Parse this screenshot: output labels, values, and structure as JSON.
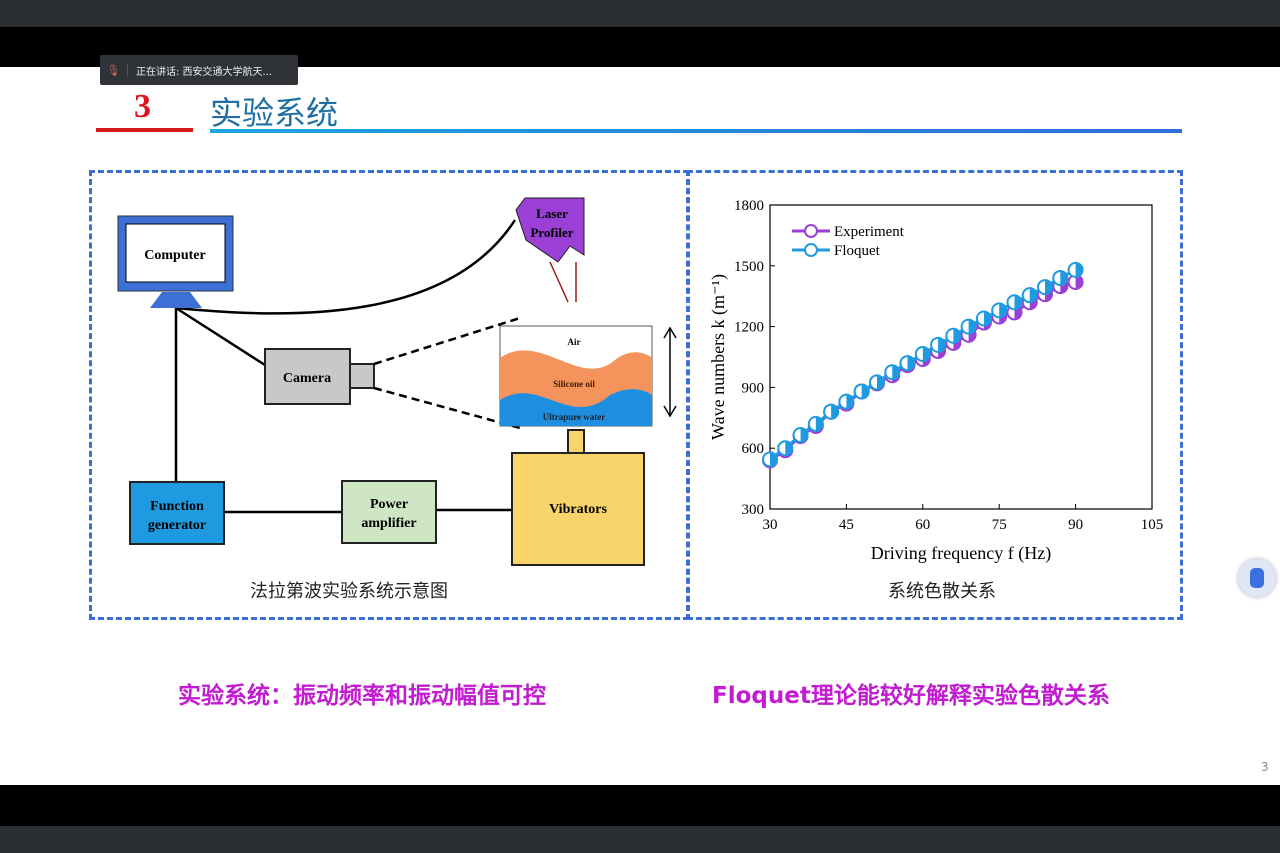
{
  "meeting": {
    "speaker_label": "正在讲话: 西安交通大学航天..."
  },
  "slide": {
    "section_number": "3",
    "title": "实验系统",
    "page_number": "3",
    "left_caption": "法拉第波实验系统示意图",
    "right_caption": "系统色散关系",
    "bottom_left": "实验系统：振动频率和振动幅值可控",
    "bottom_right": "Floquet理论能较好解释实验色散关系",
    "diagram": {
      "computer": "Computer",
      "laser1": "Laser",
      "laser2": "Profiler",
      "camera": "Camera",
      "air": "Air",
      "oil": "Silicone oil",
      "water": "Ultrapure water",
      "function1": "Function",
      "function2": "generator",
      "power1": "Power",
      "power2": "amplifier",
      "vibrators": "Vibrators"
    }
  },
  "chart_data": {
    "type": "scatter",
    "xlabel": "Driving frequency f (Hz)",
    "ylabel": "Wave numbers k (m⁻¹)",
    "xlim": [
      30,
      105
    ],
    "ylim": [
      300,
      1800
    ],
    "xticks": [
      30,
      45,
      60,
      75,
      90,
      105
    ],
    "yticks": [
      300,
      600,
      900,
      1200,
      1500,
      1800
    ],
    "legend_position": "top-left",
    "x": [
      30,
      33,
      36,
      39,
      42,
      45,
      48,
      51,
      54,
      57,
      60,
      63,
      66,
      69,
      72,
      75,
      78,
      81,
      84,
      87,
      90
    ],
    "series": [
      {
        "name": "Experiment",
        "color": "#9b3fd6",
        "values": [
          540,
          590,
          660,
          710,
          780,
          820,
          880,
          920,
          960,
          1010,
          1040,
          1080,
          1120,
          1160,
          1220,
          1250,
          1270,
          1320,
          1360,
          1400,
          1420
        ]
      },
      {
        "name": "Floquet",
        "color": "#1e9be0",
        "values": [
          545,
          600,
          665,
          720,
          780,
          830,
          880,
          925,
          975,
          1020,
          1065,
          1110,
          1155,
          1200,
          1240,
          1280,
          1320,
          1355,
          1395,
          1440,
          1480
        ]
      }
    ]
  }
}
